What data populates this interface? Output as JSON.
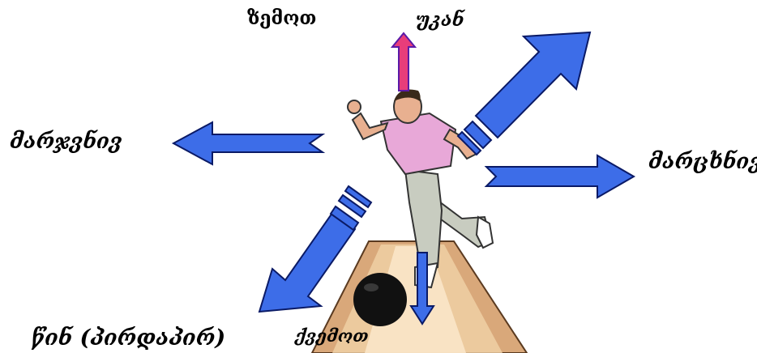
{
  "labels": {
    "up": "ზემოთ",
    "back": "უკან",
    "right": "მარჯვნივ",
    "left": "მარცხნივ",
    "down": "ქვემოთ",
    "forward": "წინ (პირდაპირ)"
  },
  "colors": {
    "arrow_fill": "#3d6de8",
    "arrow_stroke": "#0a1a66",
    "up_arrow_fill": "#e83d7a",
    "up_arrow_stroke": "#5a1aa8",
    "lane": "#d9a87a",
    "ball": "#111111",
    "shirt": "#e8a8d8",
    "pants": "#c8ccc0",
    "skin": "#e8b090"
  }
}
